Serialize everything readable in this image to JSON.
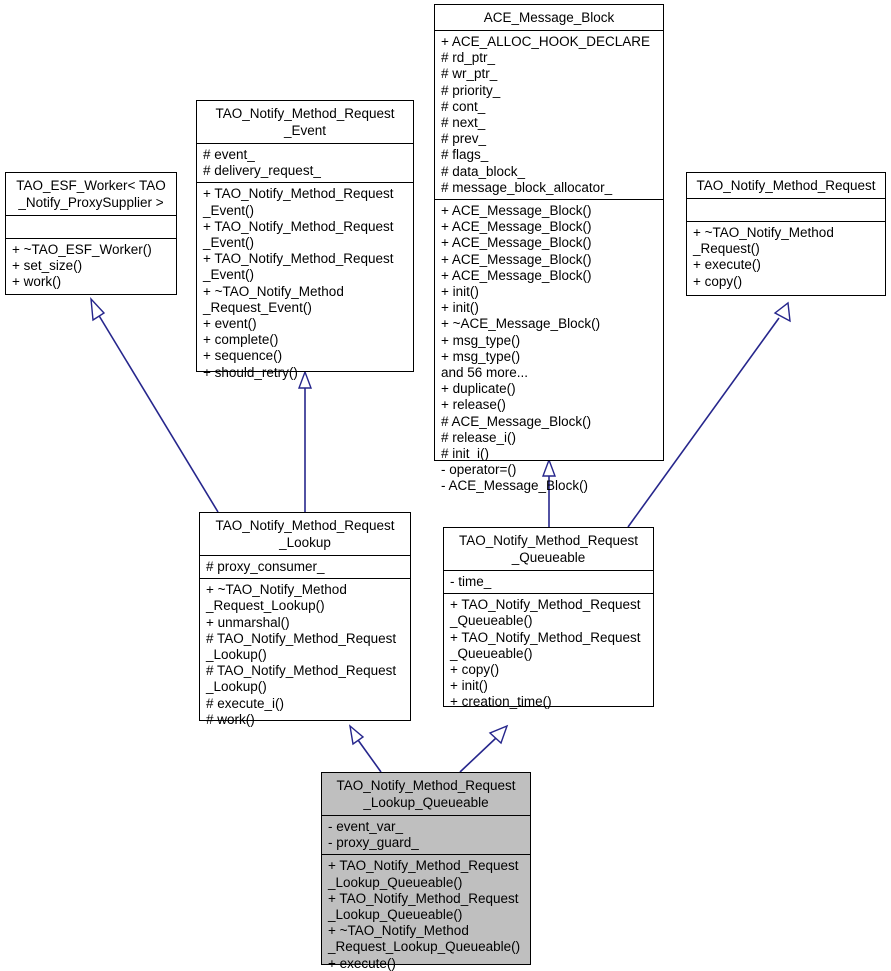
{
  "diagram": {
    "type": "uml-class-inheritance-diagram",
    "title": "TAO_Notify_Method_Request_Lookup_Queueable inheritance diagram",
    "line_color": "#26268c",
    "box_border_color": "#000000",
    "box_fill_color": "#ffffff",
    "highlight_fill_color": "#bfbfbf"
  },
  "classes": {
    "ace_message_block": {
      "name": "ACE_Message_Block",
      "attributes": [
        "+ ACE_ALLOC_HOOK_DECLARE",
        "# rd_ptr_",
        "# wr_ptr_",
        "# priority_",
        "# cont_",
        "# next_",
        "# prev_",
        "# flags_",
        "# data_block_",
        "# message_block_allocator_"
      ],
      "operations": [
        "+ ACE_Message_Block()",
        "+ ACE_Message_Block()",
        "+ ACE_Message_Block()",
        "+ ACE_Message_Block()",
        "+ ACE_Message_Block()",
        "+ init()",
        "+ init()",
        "+ ~ACE_Message_Block()",
        "+ msg_type()",
        "+ msg_type()",
        "and 56 more...",
        "+ duplicate()",
        "+ release()",
        "# ACE_Message_Block()",
        "# release_i()",
        "# init_i()",
        "- operator=()",
        "- ACE_Message_Block()"
      ]
    },
    "tao_notify_method_request_event": {
      "name": "TAO_Notify_Method_Request\n_Event",
      "attributes": [
        "# event_",
        "# delivery_request_"
      ],
      "operations": [
        "+ TAO_Notify_Method_Request\n_Event()",
        "+ TAO_Notify_Method_Request\n_Event()",
        "+ TAO_Notify_Method_Request\n_Event()",
        "+ ~TAO_Notify_Method\n_Request_Event()",
        "+ event()",
        "+ complete()",
        "+ sequence()",
        "+ should_retry()"
      ]
    },
    "tao_esf_worker": {
      "name": "TAO_ESF_Worker< TAO\n_Notify_ProxySupplier >",
      "attributes": [],
      "operations": [
        "+ ~TAO_ESF_Worker()",
        "+ set_size()",
        "+ work()"
      ]
    },
    "tao_notify_method_request": {
      "name": "TAO_Notify_Method_Request",
      "attributes": [],
      "operations": [
        "+ ~TAO_Notify_Method\n_Request()",
        "+ execute()",
        "+ copy()"
      ]
    },
    "tao_notify_method_request_lookup": {
      "name": "TAO_Notify_Method_Request\n_Lookup",
      "attributes": [
        "# proxy_consumer_"
      ],
      "operations": [
        "+ ~TAO_Notify_Method\n_Request_Lookup()",
        "+ unmarshal()",
        "# TAO_Notify_Method_Request\n_Lookup()",
        "# TAO_Notify_Method_Request\n_Lookup()",
        "# execute_i()",
        "# work()"
      ]
    },
    "tao_notify_method_request_queueable": {
      "name": "TAO_Notify_Method_Request\n_Queueable",
      "attributes": [
        "- time_"
      ],
      "operations": [
        "+ TAO_Notify_Method_Request\n_Queueable()",
        "+ TAO_Notify_Method_Request\n_Queueable()",
        "+ copy()",
        "+ init()",
        "+ creation_time()"
      ]
    },
    "tao_notify_method_request_lookup_queueable": {
      "name": "TAO_Notify_Method_Request\n_Lookup_Queueable",
      "attributes": [
        "- event_var_",
        "- proxy_guard_"
      ],
      "operations": [
        "+ TAO_Notify_Method_Request\n_Lookup_Queueable()",
        "+ TAO_Notify_Method_Request\n_Lookup_Queueable()",
        "+ ~TAO_Notify_Method\n_Request_Lookup_Queueable()",
        "+ execute()"
      ]
    }
  },
  "relations": [
    {
      "name": "lookup-inherits-esf-worker",
      "from": "tao_notify_method_request_lookup",
      "to": "tao_esf_worker",
      "kind": "generalization"
    },
    {
      "name": "lookup-inherits-event",
      "from": "tao_notify_method_request_lookup",
      "to": "tao_notify_method_request_event",
      "kind": "generalization"
    },
    {
      "name": "queueable-inherits-message-block",
      "from": "tao_notify_method_request_queueable",
      "to": "ace_message_block",
      "kind": "generalization"
    },
    {
      "name": "queueable-inherits-method-request",
      "from": "tao_notify_method_request_queueable",
      "to": "tao_notify_method_request",
      "kind": "generalization"
    },
    {
      "name": "lookup-queueable-inherits-lookup",
      "from": "tao_notify_method_request_lookup_queueable",
      "to": "tao_notify_method_request_lookup",
      "kind": "generalization"
    },
    {
      "name": "lookup-queueable-inherits-queueable",
      "from": "tao_notify_method_request_lookup_queueable",
      "to": "tao_notify_method_request_queueable",
      "kind": "generalization"
    }
  ]
}
